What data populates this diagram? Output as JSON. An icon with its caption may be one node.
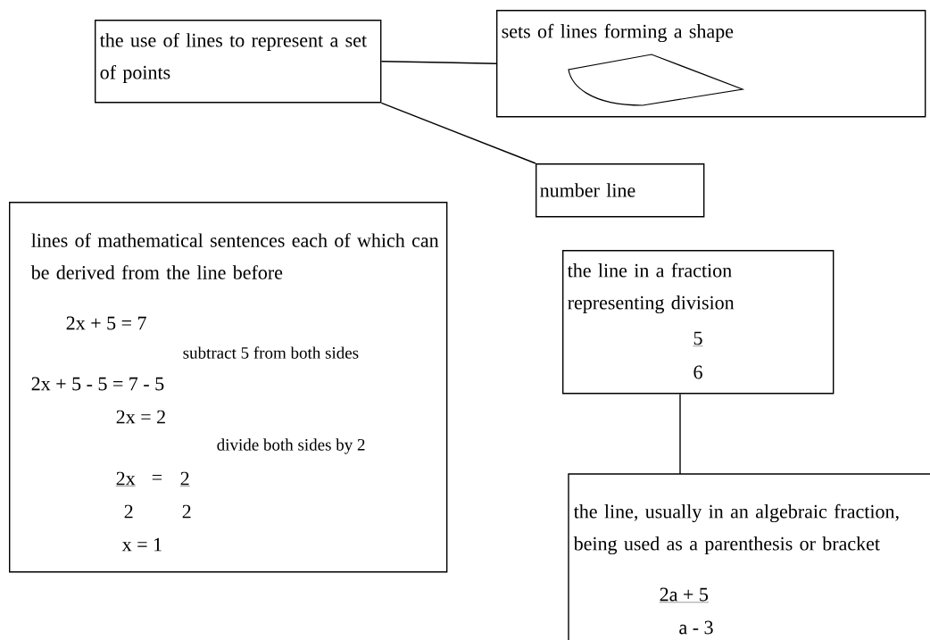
{
  "diagram": {
    "nodes": [
      {
        "text": [
          "the use of lines to represent a set of points"
        ]
      },
      {
        "text": [
          "sets of lines forming a shape"
        ]
      },
      {
        "text": [
          "number line"
        ]
      },
      {
        "text": [
          "lines of mathematical sentences each of which can be derived from the line before",
          "2x + 5 = 7",
          "subtract 5 from both sides",
          "2x + 5 - 5 = 7 - 5",
          "2x = 2",
          "divide both sides by 2",
          "2x",
          "=",
          "2",
          "2",
          "2",
          "x = 1"
        ]
      },
      {
        "text": [
          "the line in a fraction representing division",
          "5",
          "6"
        ]
      },
      {
        "text": [
          "the line, usually in an algebraic fraction, being used as a parenthesis or bracket",
          "2a + 5",
          "a - 3"
        ]
      }
    ],
    "edges": [
      {
        "from": 0,
        "to": 1,
        "arrow": "none"
      },
      {
        "from": 0,
        "to": 2,
        "arrow": "none"
      },
      {
        "from": 4,
        "to": 5,
        "arrow": "none"
      }
    ]
  }
}
